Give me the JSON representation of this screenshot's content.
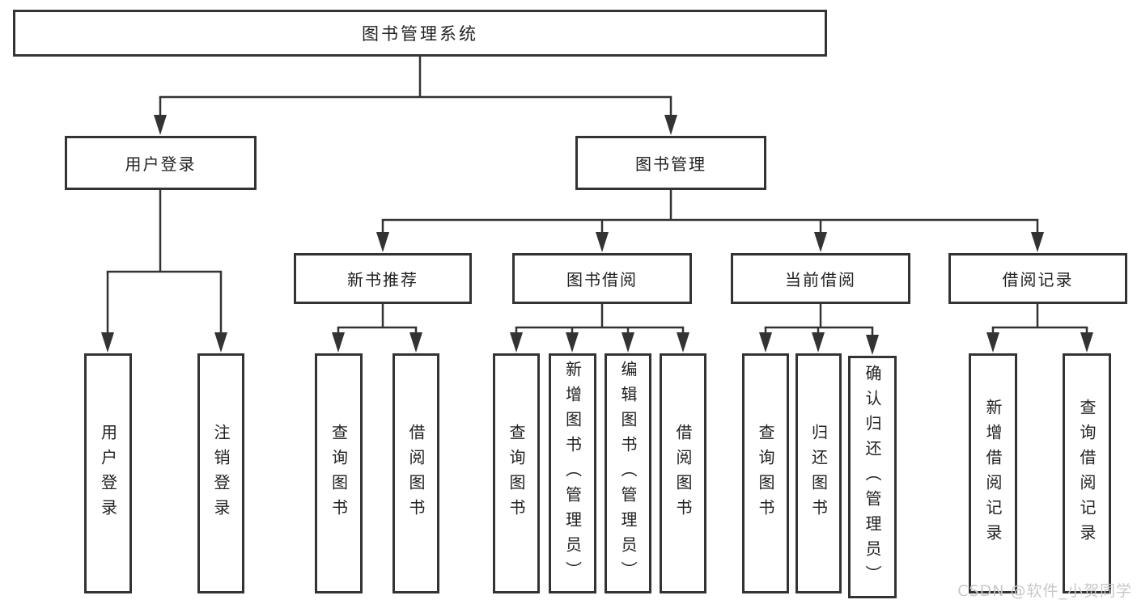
{
  "diagram": {
    "title": "图书管理系统",
    "nodes": [
      {
        "id": "system-root",
        "label": "图书管理系统",
        "parent": null
      },
      {
        "id": "user-login",
        "label": "用户登录",
        "parent": "system-root"
      },
      {
        "id": "book-management",
        "label": "图书管理",
        "parent": "system-root"
      },
      {
        "id": "new-book-recommend",
        "label": "新书推荐",
        "parent": "book-management"
      },
      {
        "id": "book-borrowing",
        "label": "图书借阅",
        "parent": "book-management"
      },
      {
        "id": "current-borrowing",
        "label": "当前借阅",
        "parent": "book-management"
      },
      {
        "id": "borrowing-records",
        "label": "借阅记录",
        "parent": "book-management"
      },
      {
        "id": "leaf-user-login",
        "label": "用户登录",
        "parent": "user-login"
      },
      {
        "id": "leaf-logout",
        "label": "注销登录",
        "parent": "user-login"
      },
      {
        "id": "leaf-query-books-1",
        "label": "查询图书",
        "parent": "new-book-recommend"
      },
      {
        "id": "leaf-borrow-books-1",
        "label": "借阅图书",
        "parent": "new-book-recommend"
      },
      {
        "id": "leaf-query-books-2",
        "label": "查询图书",
        "parent": "book-borrowing"
      },
      {
        "id": "leaf-add-books",
        "label": "新增图书（管理员）",
        "parent": "book-borrowing"
      },
      {
        "id": "leaf-edit-books",
        "label": "编辑图书（管理员）",
        "parent": "book-borrowing"
      },
      {
        "id": "leaf-borrow-books-2",
        "label": "借阅图书",
        "parent": "book-borrowing"
      },
      {
        "id": "leaf-query-books-3",
        "label": "查询图书",
        "parent": "current-borrowing"
      },
      {
        "id": "leaf-return-books",
        "label": "归还图书",
        "parent": "current-borrowing"
      },
      {
        "id": "leaf-confirm-return",
        "label": "确认归还（管理员）",
        "parent": "current-borrowing"
      },
      {
        "id": "leaf-add-record",
        "label": "新增借阅记录",
        "parent": "borrowing-records"
      },
      {
        "id": "leaf-query-record",
        "label": "查询借阅记录",
        "parent": "borrowing-records"
      }
    ]
  },
  "watermark": {
    "text": "CSDN @软件_小贺同学"
  },
  "colors": {
    "box_border": "#333333",
    "connector": "#333333",
    "text": "#222222",
    "watermark": "#c8c8c8",
    "background": "#ffffff"
  }
}
